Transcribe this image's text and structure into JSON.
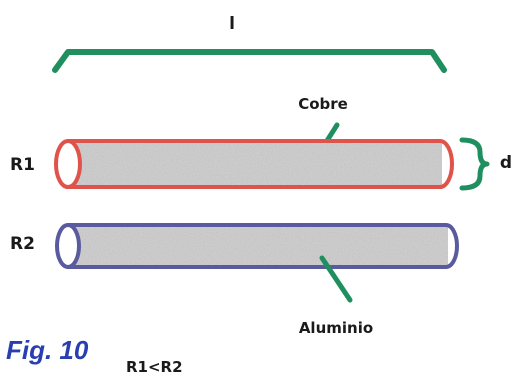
{
  "labels": {
    "length": "l",
    "diameter": "d",
    "r1": "R1",
    "r2": "R2",
    "copper": "Cobre",
    "aluminum": "Aluminio",
    "figure": "Fig. 10",
    "relation": "R1<R2"
  },
  "colors": {
    "bracket": "#1f8f5f",
    "copper_outline": "#e0534a",
    "aluminum_outline": "#5a5a9e",
    "conductor_fill": "#d2d2d2",
    "figure_caption": "#2a3eb1"
  }
}
